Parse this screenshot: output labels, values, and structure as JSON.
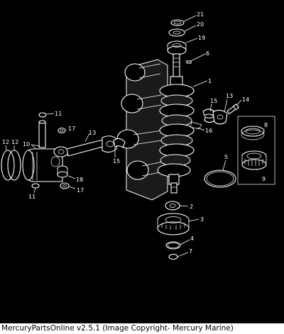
{
  "footer": {
    "text": "MercuryPartsOnline v2.5.1 (Image Copyright- Mercury Marine)"
  },
  "callouts": {
    "c21": "21",
    "c20": "20",
    "c19": "19",
    "c6": "6",
    "c1": "1",
    "c13a": "13",
    "c14": "14",
    "c15a": "15",
    "c16": "16",
    "c8": "8",
    "c9": "9",
    "c5": "5",
    "c11a": "11",
    "c17a": "17",
    "c13b": "13",
    "c10": "10",
    "c12a": "12",
    "c12b": "12",
    "c15b": "15",
    "c18": "18",
    "c17b": "17",
    "c11b": "11",
    "c2": "2",
    "c3": "3",
    "c4": "4",
    "c7": "7"
  }
}
